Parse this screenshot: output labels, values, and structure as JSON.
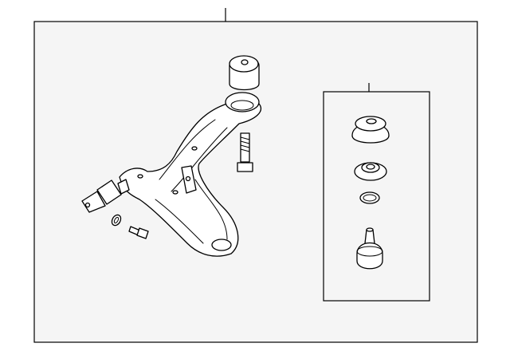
{
  "diagram": {
    "colors": {
      "background": "#ffffff",
      "panel": "#f5f5f5",
      "line": "#000000",
      "part_fill": "#ffffff"
    },
    "parts": [
      "control-arm",
      "bushing",
      "bolt",
      "washer",
      "small-bolt",
      "ball-joint-kit"
    ],
    "kit_parts": [
      "dust-boot",
      "seal",
      "snap-ring",
      "ball-joint"
    ]
  }
}
